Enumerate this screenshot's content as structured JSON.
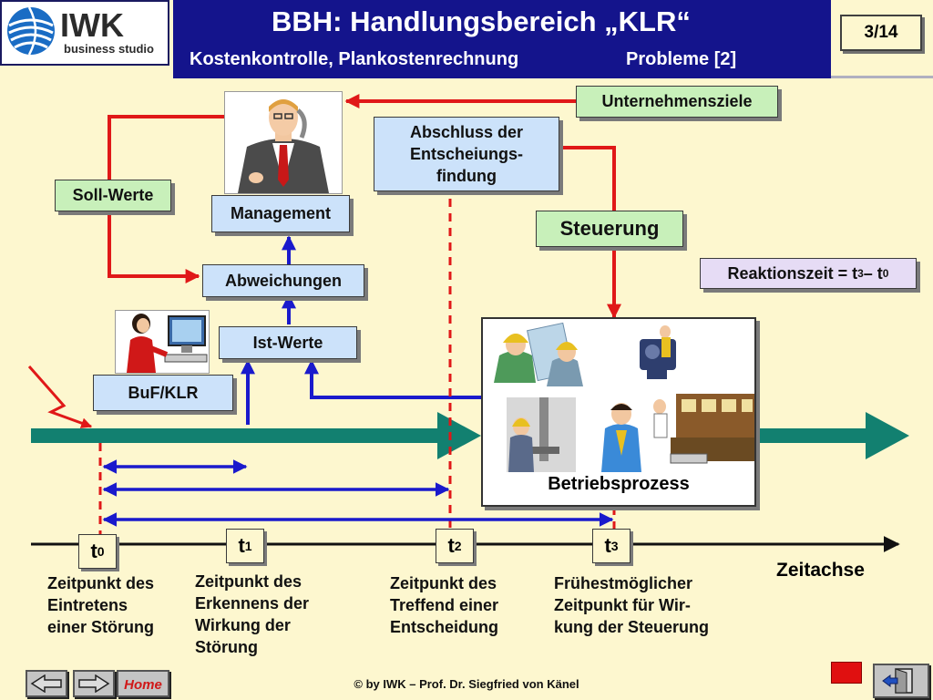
{
  "header": {
    "logo_text": "IWK",
    "logo_subtext": "business studio",
    "title": "BBH: Handlungsbereich „KLR“",
    "subtitle": "Kostenkontrolle, Plankostenrechnung",
    "section": "Probleme [2]",
    "page_counter": "3/14"
  },
  "diagram": {
    "unternehmensziele": "Unternehmensziele",
    "abschluss": [
      "Abschluss der",
      "Entscheiungs-",
      "findung"
    ],
    "soll_werte": "Soll-Werte",
    "management": "Management",
    "steuerung": "Steuerung",
    "abweichungen": "Abweichungen",
    "reaktionszeit": {
      "prefix": "Reaktionszeit = t",
      "sub_a": "3",
      "middle": " – t",
      "sub_b": "0"
    },
    "ist_werte": "Ist-Werte",
    "buf_klr": "BuF/KLR",
    "betriebsprozess": "Betriebsprozess",
    "zeitachse": "Zeitachse"
  },
  "timeline": [
    {
      "name": "t",
      "sub": "0",
      "label": [
        "Zeitpunkt des",
        "Eintretens",
        "einer Störung"
      ]
    },
    {
      "name": "t",
      "sub": "1",
      "label": [
        "Zeitpunkt des",
        "Erkennens der",
        "Wirkung der",
        "Störung"
      ]
    },
    {
      "name": "t",
      "sub": "2",
      "label": [
        "Zeitpunkt des",
        "Treffend einer",
        "Entscheidung"
      ]
    },
    {
      "name": "t",
      "sub": "3",
      "label": [
        "Frühestmöglicher",
        "Zeitpunkt für Wir-",
        "kung der Steuerung"
      ]
    }
  ],
  "footer": {
    "copyright": "© by IWK – Prof. Dr. Siegfried von Känel",
    "home_label": "Home"
  },
  "colors": {
    "header_band": "#14148c",
    "background": "#fdf7cf",
    "red_arrow": "#e01818",
    "blue_arrow": "#1a1acc",
    "teal_arrow": "#128070"
  },
  "icons": {
    "back": "arrow-left-icon",
    "forward": "arrow-right-icon",
    "exit": "exit-door-icon",
    "lightning": "lightning-icon"
  }
}
